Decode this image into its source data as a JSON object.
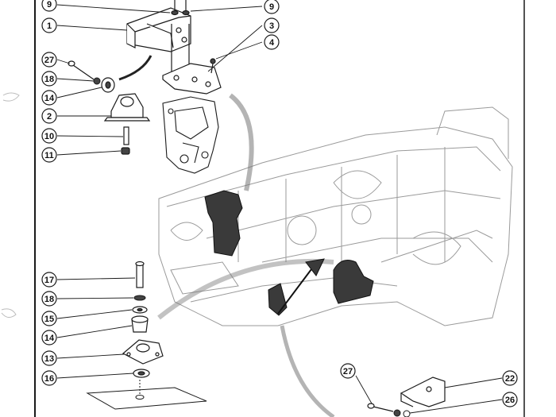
{
  "diagram": {
    "callouts": {
      "c9_left": "9",
      "c9_right": "9",
      "c1": "1",
      "c3": "3",
      "c4": "4",
      "c27_top": "27",
      "c18_top": "18",
      "c14_top": "14",
      "c2": "2",
      "c10": "10",
      "c11": "11",
      "c17": "17",
      "c18_bottom": "18",
      "c15": "15",
      "c14_bottom": "14",
      "c13": "13",
      "c16": "16",
      "c27_bottom": "27",
      "c22": "22",
      "c26": "26"
    },
    "colors": {
      "line": "#1a1a1a",
      "faint_line": "#9a9a9a",
      "highlight_fill": "#3a3a3a",
      "arc": "#777777",
      "background": "#ffffff"
    }
  }
}
